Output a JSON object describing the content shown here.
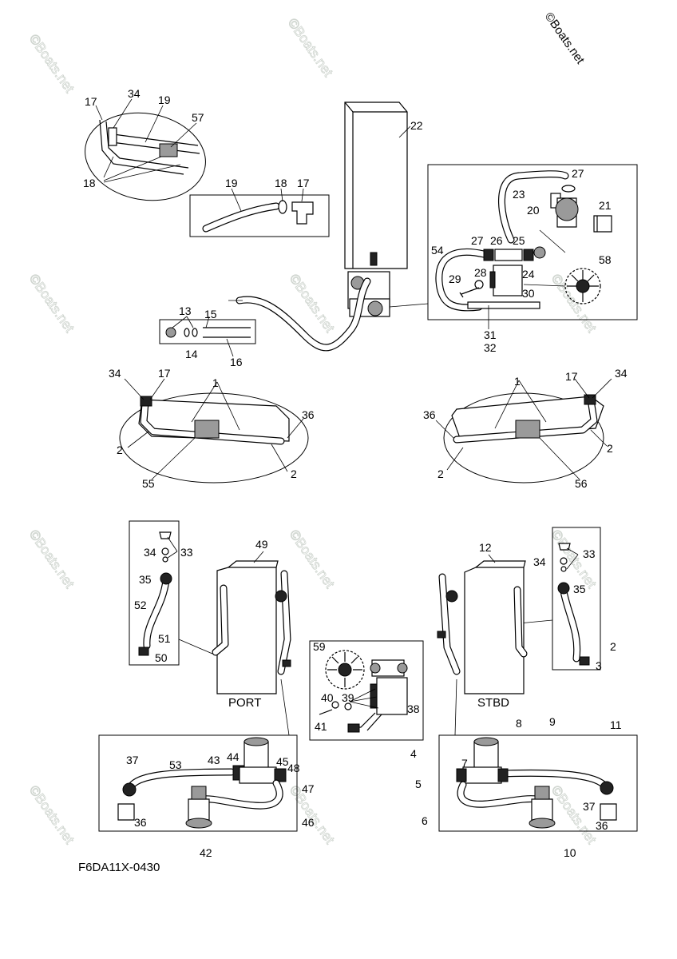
{
  "copyright": "©Boats.net",
  "watermark": "©Boats.net",
  "diagram_code": "F6DA11X-0430",
  "tank_labels": {
    "port": "PORT",
    "stbd": "STBD"
  },
  "callouts": {
    "c1": "1",
    "c2": "2",
    "c3": "3",
    "c4": "4",
    "c5": "5",
    "c6": "6",
    "c7": "7",
    "c8": "8",
    "c9": "9",
    "c10": "10",
    "c11": "11",
    "c12": "12",
    "c13": "13",
    "c14": "14",
    "c15": "15",
    "c16": "16",
    "c17": "17",
    "c18": "18",
    "c19": "19",
    "c20": "20",
    "c21": "21",
    "c22": "22",
    "c23": "23",
    "c24": "24",
    "c25": "25",
    "c26": "26",
    "c27": "27",
    "c28": "28",
    "c29": "29",
    "c30": "30",
    "c31": "31",
    "c32": "32",
    "c33": "33",
    "c34": "34",
    "c35": "35",
    "c36": "36",
    "c37": "37",
    "c38": "38",
    "c39": "39",
    "c40": "40",
    "c41": "41",
    "c42": "42",
    "c43": "43",
    "c44": "44",
    "c45": "45",
    "c46": "46",
    "c47": "47",
    "c48": "48",
    "c49": "49",
    "c50": "50",
    "c51": "51",
    "c52": "52",
    "c53": "53",
    "c54": "54",
    "c55": "55",
    "c56": "56",
    "c57": "57",
    "c58": "58",
    "c59": "59"
  }
}
